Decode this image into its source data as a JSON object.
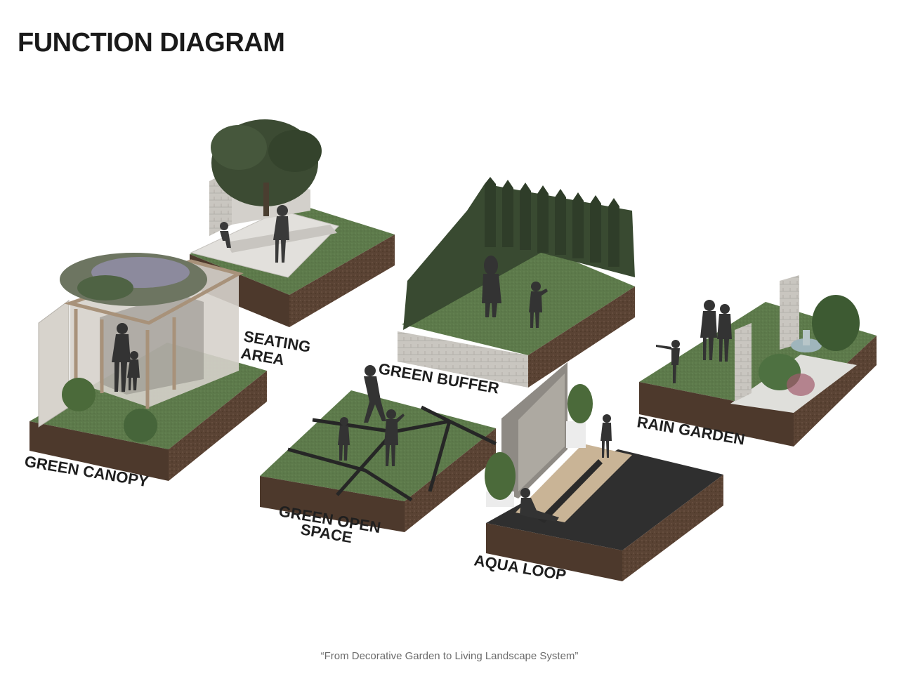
{
  "title": "FUNCTION DIAGRAM",
  "caption": "“From Decorative Garden to Living Landscape System”",
  "modules": [
    {
      "id": "green-canopy",
      "label_lines": [
        "GREEN CANOPY"
      ]
    },
    {
      "id": "seating-area",
      "label_lines": [
        "SEATING",
        "AREA"
      ]
    },
    {
      "id": "green-buffer",
      "label_lines": [
        "GREEN BUFFER"
      ]
    },
    {
      "id": "green-open-space",
      "label_lines": [
        "GREEN OPEN",
        "SPACE"
      ]
    },
    {
      "id": "aqua-loop",
      "label_lines": [
        "AQUA LOOP"
      ]
    },
    {
      "id": "rain-garden",
      "label_lines": [
        "RAIN GARDEN"
      ]
    }
  ],
  "colors": {
    "grass": "#5d7a4b",
    "grass_dark": "#4a6239",
    "soil": "#5a4334",
    "soil_dark": "#463327",
    "paving": "#dcdad6",
    "wall": "#bdbab4",
    "foliage": "#3f5135",
    "figure": "#2e2e2e",
    "water": "#2d2d2d",
    "timber": "#b9a489"
  }
}
